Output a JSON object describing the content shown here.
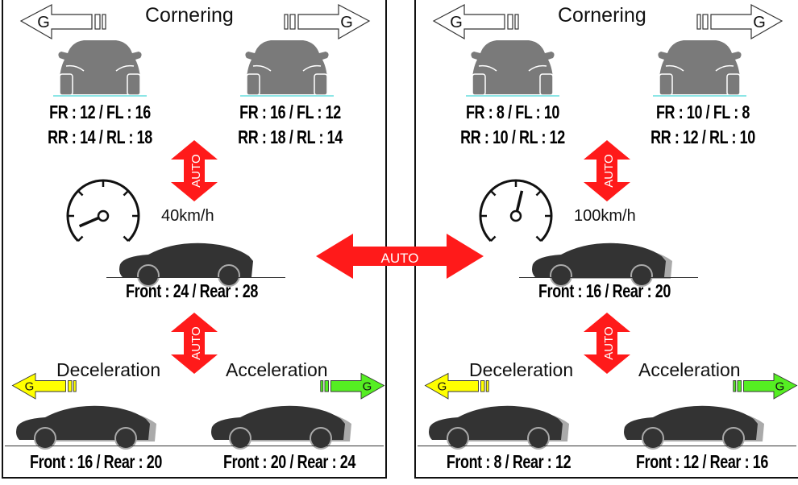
{
  "panels": [
    {
      "cornering_title": "Cornering",
      "g_label": "G",
      "corner_left": {
        "line1": "FR : 12 / FL : 16",
        "line2": "RR : 14 / RL : 18"
      },
      "corner_right": {
        "line1": "FR : 16 / FL : 12",
        "line2": "RR : 18 / RL : 14"
      },
      "auto_label": "AUTO",
      "speed": "40km/h",
      "speed_fraction": 0.08,
      "cruise": "Front : 24 / Rear : 28",
      "decel_title": "Deceleration",
      "accel_title": "Acceleration",
      "decel": "Front : 16 / Rear : 20",
      "accel": "Front : 20 / Rear : 24"
    },
    {
      "cornering_title": "Cornering",
      "g_label": "G",
      "corner_left": {
        "line1": "FR : 8 / FL : 10",
        "line2": "RR : 10 / RL : 12"
      },
      "corner_right": {
        "line1": "FR : 10 / FL : 8",
        "line2": "RR : 12 / RL : 10"
      },
      "auto_label": "AUTO",
      "speed": "100km/h",
      "speed_fraction": 0.55,
      "cruise": "Front : 16 / Rear : 20",
      "decel_title": "Deceleration",
      "accel_title": "Acceleration",
      "decel": "Front : 8 / Rear : 12",
      "accel": "Front : 12 / Rear : 16"
    }
  ],
  "center_auto_label": "AUTO",
  "colors": {
    "auto": "#ff1a1a",
    "decel": "#ffff00",
    "accel": "#55ee22",
    "car": "#333333",
    "car_front": "#7a7a7a"
  }
}
